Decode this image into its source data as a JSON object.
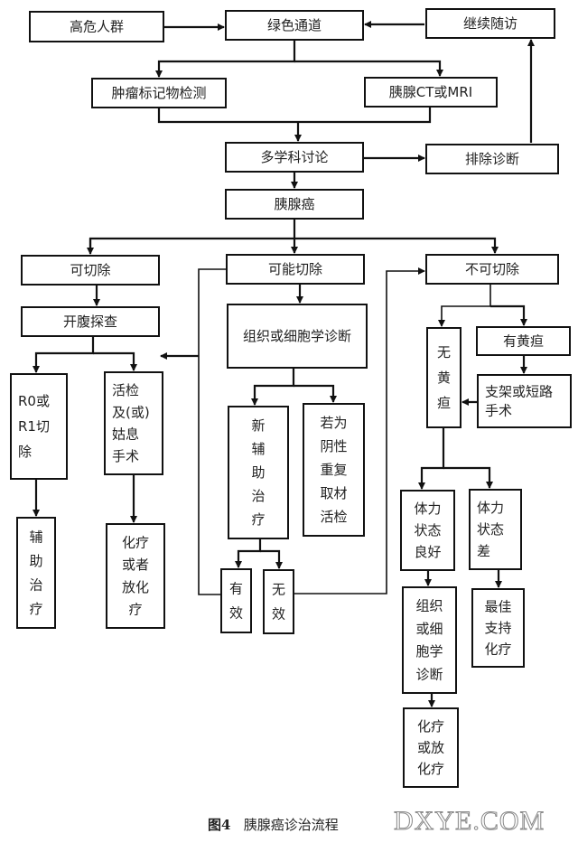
{
  "diagram": {
    "title": "胰腺癌诊治流程",
    "nodes": {
      "high_risk": [
        "高危人群"
      ],
      "green_channel": [
        "绿色通道"
      ],
      "follow_up": [
        "继续随访"
      ],
      "tumor_markers": [
        "肿瘤标记物检测"
      ],
      "ct_mri": [
        "胰腺CT或MRI"
      ],
      "mdt": [
        "多学科讨论"
      ],
      "exclude": [
        "排除诊断"
      ],
      "pancreatic_cancer": [
        "胰腺癌"
      ],
      "resectable": [
        "可切除"
      ],
      "borderline": [
        "可能切除"
      ],
      "unresectable": [
        "不可切除"
      ],
      "laparotomy": [
        "开腹探查"
      ],
      "histology_dx": [
        "组织或细胞学诊断"
      ],
      "no_jaundice": [
        "无",
        "黄",
        "疸"
      ],
      "jaundice": [
        "有黄疸"
      ],
      "stent_bypass": [
        "支架或短路",
        "手术"
      ],
      "r0_r1": [
        "R0或",
        "R1切",
        "除"
      ],
      "biopsy_palliative": [
        "活检",
        "及(或)",
        "姑息",
        "手术"
      ],
      "neoadjuvant": [
        "新",
        "辅",
        "助",
        "治",
        "疗"
      ],
      "repeat_biopsy": [
        "若为",
        "阴性",
        "重复",
        "取材",
        "活检"
      ],
      "effective": [
        "有",
        "效"
      ],
      "ineffective": [
        "无",
        "效"
      ],
      "good_status": [
        "体力",
        "状态",
        "良好"
      ],
      "poor_status": [
        "体力",
        "状态",
        "差"
      ],
      "adjuvant": [
        "辅",
        "助",
        "治",
        "疗"
      ],
      "chemo_radio": [
        "化疗",
        "或者",
        "放化",
        "疗"
      ],
      "histology_dx2": [
        "组织",
        "或细",
        "胞学",
        "诊断"
      ],
      "best_support": [
        "最佳",
        "支持",
        "化疗"
      ],
      "chemo_or_radio": [
        "化疗",
        "或放",
        "化疗"
      ]
    }
  },
  "caption": {
    "figure_label": "图4",
    "text": "胰腺癌诊治流程"
  },
  "watermark": "DXYE.COM"
}
